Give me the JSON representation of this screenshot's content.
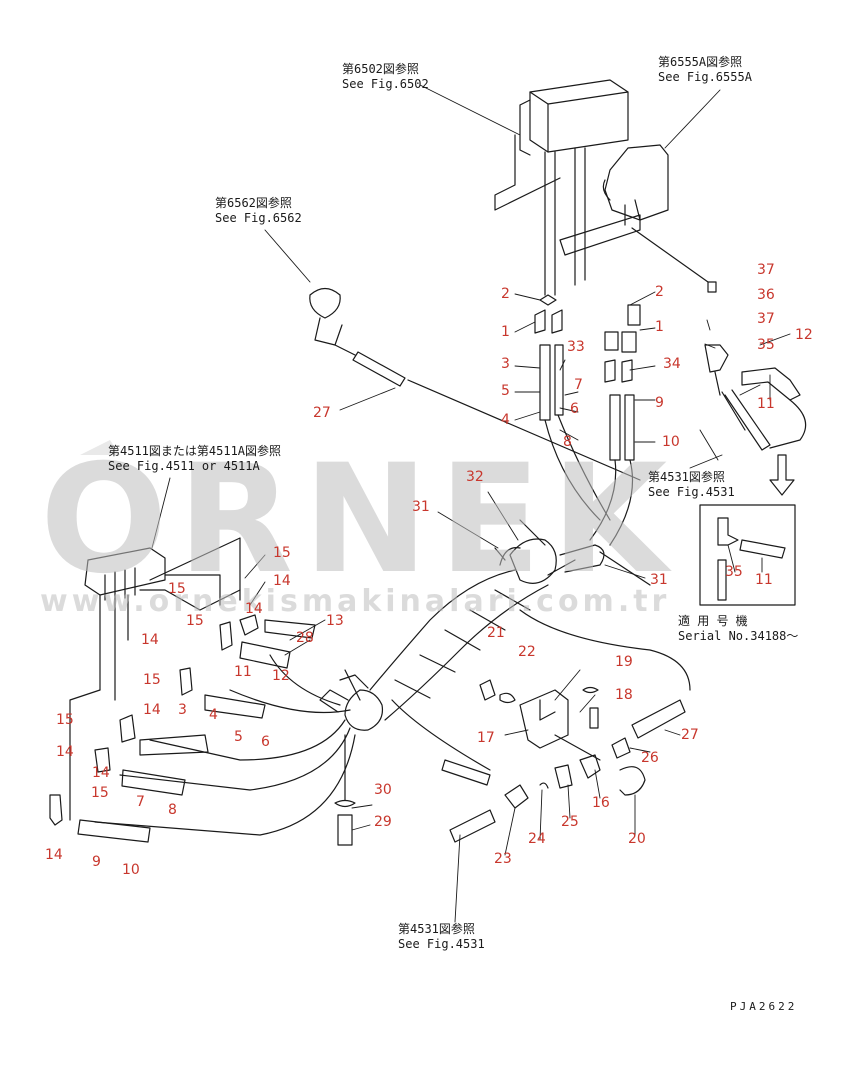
{
  "references": {
    "ref6502": {
      "jp": "第6502図参照",
      "en": "See Fig.6502"
    },
    "ref6555A": {
      "jp": "第6555A図参照",
      "en": "See Fig.6555A"
    },
    "ref6562": {
      "jp": "第6562図参照",
      "en": "See Fig.6562"
    },
    "ref4511": {
      "jp": "第4511図または第4511A図参照",
      "en": "See Fig.4511 or 4511A"
    },
    "ref4531a": {
      "jp": "第4531図参照",
      "en": "See Fig.4531"
    },
    "ref4531b": {
      "jp": "第4531図参照",
      "en": "See Fig.4531"
    }
  },
  "serial": {
    "jp": "適 用 号 機",
    "en": "Serial No.34188～"
  },
  "drawing_code": "PJA2622",
  "watermark": {
    "brand": "ORNEK",
    "url": "www.ornekismakinalari.com.tr"
  },
  "part_labels": [
    "2",
    "1",
    "3",
    "5",
    "4",
    "33",
    "6",
    "7",
    "8",
    "9",
    "10",
    "2",
    "1",
    "34",
    "37",
    "36",
    "37",
    "12",
    "35",
    "11",
    "27",
    "32",
    "31",
    "31",
    "15",
    "14",
    "15",
    "14",
    "15",
    "13",
    "14",
    "28",
    "11",
    "12",
    "15",
    "14",
    "3",
    "4",
    "5",
    "6",
    "15",
    "14",
    "14",
    "15",
    "7",
    "8",
    "14",
    "9",
    "10",
    "21",
    "22",
    "19",
    "18",
    "17",
    "27",
    "26",
    "30",
    "29",
    "23",
    "24",
    "25",
    "16",
    "20",
    "35",
    "11"
  ],
  "palette": {
    "label": "#c8372d",
    "line": "#1a1a1a",
    "watermark": "#bfbfbf"
  }
}
